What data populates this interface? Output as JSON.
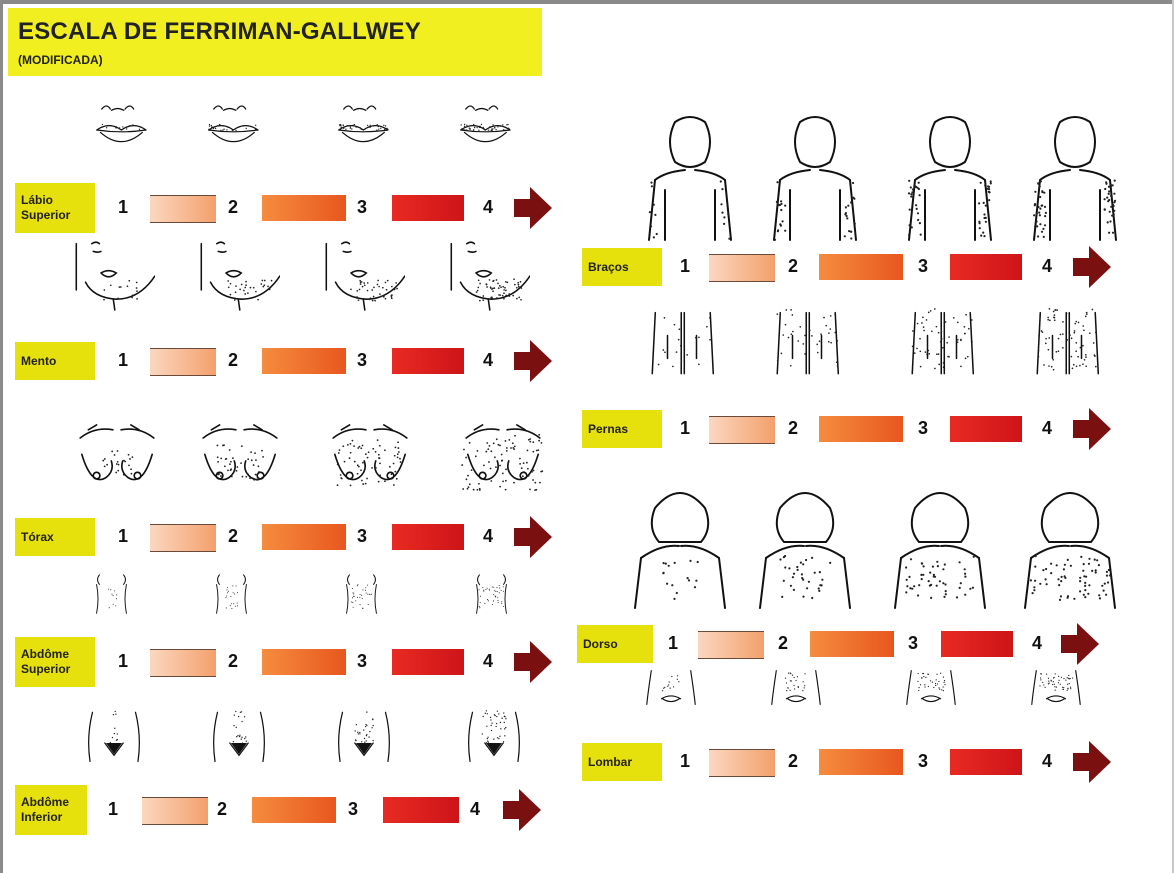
{
  "title": "ESCALA DE FERRIMAN-GALLWEY",
  "subtitle": "(MODIFICADA)",
  "scale": {
    "n1": "1",
    "n2": "2",
    "n3": "3",
    "n4": "4"
  },
  "colors": {
    "label_bg": "#e6e00c",
    "title_bg": "#f2ef21",
    "bar1": "#f3a06c",
    "bar2": "#e8571e",
    "bar3": "#cd1418",
    "arrow": "#7a1010"
  },
  "regions": {
    "labio": {
      "line1": "Lábio",
      "line2": "Superior"
    },
    "mento": {
      "line1": "Mento"
    },
    "torax": {
      "line1": "Tórax"
    },
    "abd_sup": {
      "line1": "Abdôme",
      "line2": "Superior"
    },
    "abd_inf": {
      "line1": "Abdôme",
      "line2": "Inferior"
    },
    "bracos": {
      "line1": "Braços"
    },
    "pernas": {
      "line1": "Pernas"
    },
    "dorso": {
      "line1": "Dorso"
    },
    "lombar": {
      "line1": "Lombar"
    }
  },
  "icons": [
    "lip-illustration",
    "chin-illustration",
    "chest-illustration",
    "upper-abdomen-illustration",
    "lower-abdomen-illustration",
    "arm-illustration",
    "leg-illustration",
    "back-illustration",
    "lower-back-illustration",
    "arrow-icon"
  ]
}
